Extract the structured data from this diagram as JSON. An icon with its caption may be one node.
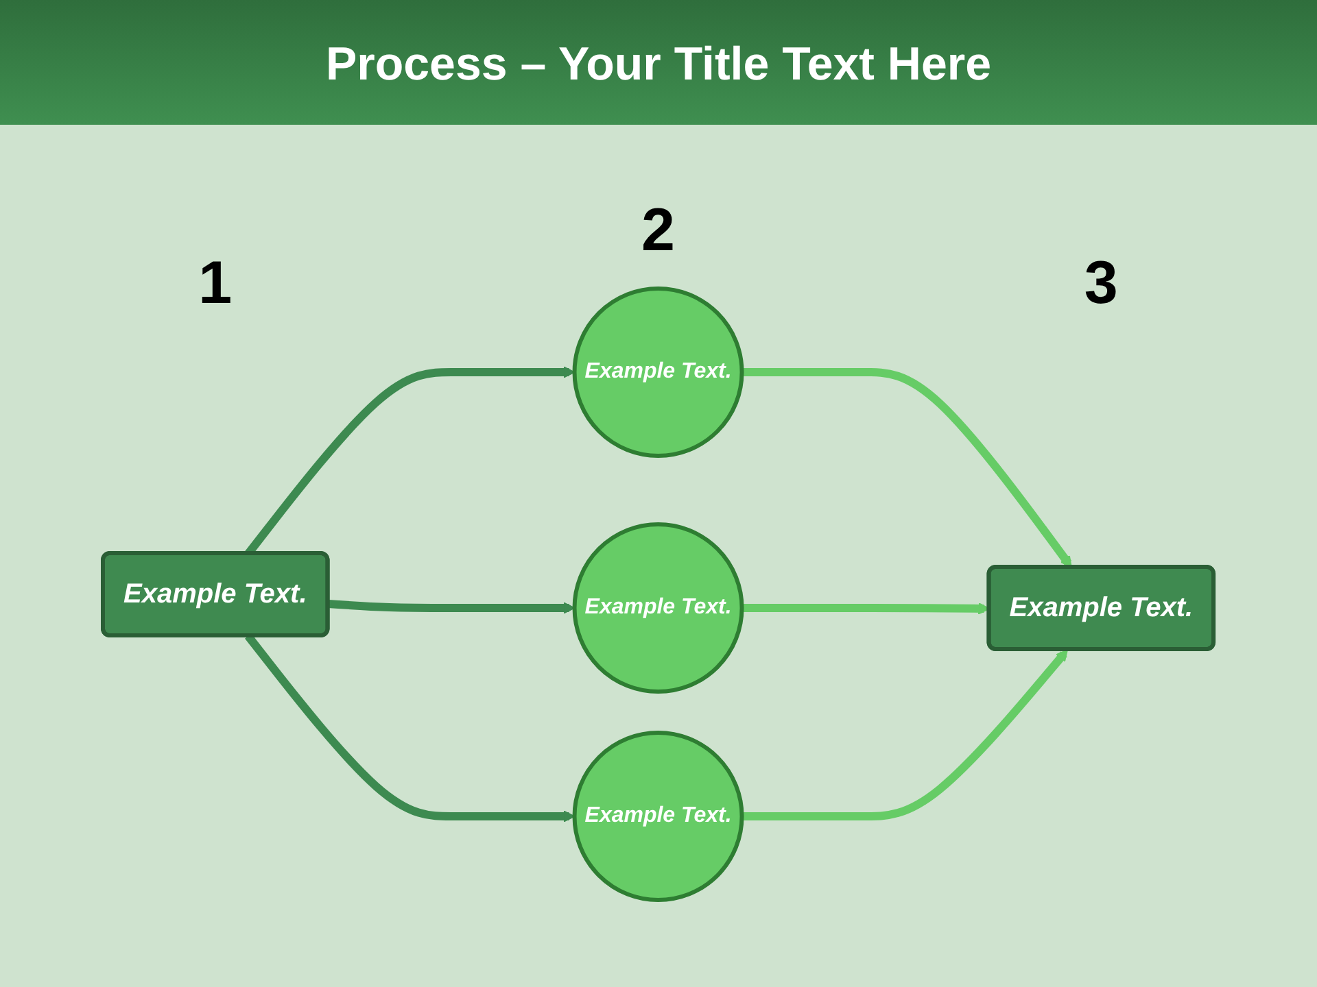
{
  "diagram": {
    "title": "**Process** – Your Title Text Here",
    "nodes": [
      {
        "text": [
          "Example Text."
        ]
      },
      {
        "text": [
          "Example Text."
        ]
      },
      {
        "text": [
          "Example Text."
        ]
      },
      {
        "text": [
          "Example Text."
        ]
      },
      {
        "text": [
          "Example Text."
        ]
      }
    ],
    "edges": [
      {
        "from": 0,
        "to": 1,
        "arrow": "to",
        "color": "#3d8a50"
      },
      {
        "from": 0,
        "to": 2,
        "arrow": "to",
        "color": "#3d8a50"
      },
      {
        "from": 0,
        "to": 3,
        "arrow": "to",
        "color": "#3d8a50"
      },
      {
        "from": 1,
        "to": 4,
        "arrow": "to",
        "color": "#66cc66"
      },
      {
        "from": 2,
        "to": 4,
        "arrow": "to",
        "color": "#66cc66"
      },
      {
        "from": 3,
        "to": 4,
        "arrow": "to",
        "color": "#66cc66"
      }
    ],
    "labels": [
      "2",
      "1",
      "3"
    ]
  }
}
